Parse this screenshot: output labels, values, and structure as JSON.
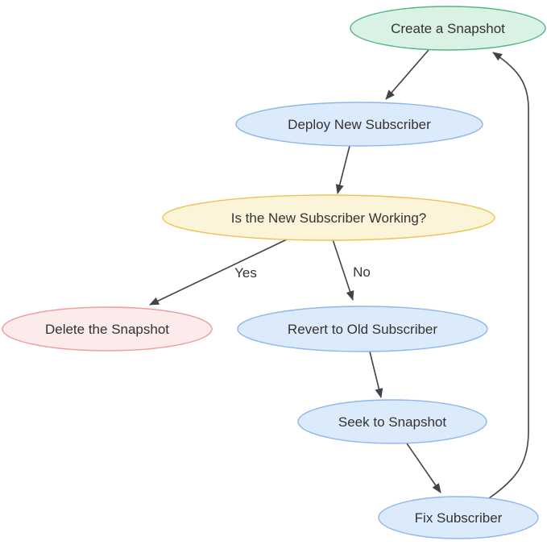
{
  "diagram": {
    "type": "flowchart",
    "background_color": "#ffffff",
    "edge_color": "#404347",
    "text_color": "#333333",
    "nodes": [
      {
        "id": "create-snapshot",
        "label": "Create a Snapshot",
        "fill": "#d9f2e4",
        "stroke": "#55b586"
      },
      {
        "id": "deploy-new-subscriber",
        "label": "Deploy New Subscriber",
        "fill": "#dcebfb",
        "stroke": "#8eb7ea"
      },
      {
        "id": "is-new-subscriber-working",
        "label": "Is the New Subscriber Working?",
        "fill": "#fcf4d9",
        "stroke": "#eec253"
      },
      {
        "id": "delete-the-snapshot",
        "label": "Delete the Snapshot",
        "fill": "#fcebeb",
        "stroke": "#ee9b9b"
      },
      {
        "id": "revert-to-old-subscriber",
        "label": "Revert to Old Subscriber",
        "fill": "#dcebfb",
        "stroke": "#8eb7ea"
      },
      {
        "id": "seek-to-snapshot",
        "label": "Seek to Snapshot",
        "fill": "#dcebfb",
        "stroke": "#8eb7ea"
      },
      {
        "id": "fix-subscriber",
        "label": "Fix Subscriber",
        "fill": "#dcebfb",
        "stroke": "#8eb7ea"
      }
    ],
    "edges": [
      {
        "from": "create-snapshot",
        "to": "deploy-new-subscriber",
        "label": ""
      },
      {
        "from": "deploy-new-subscriber",
        "to": "is-new-subscriber-working",
        "label": ""
      },
      {
        "from": "is-new-subscriber-working",
        "to": "delete-the-snapshot",
        "label": "Yes"
      },
      {
        "from": "is-new-subscriber-working",
        "to": "revert-to-old-subscriber",
        "label": "No"
      },
      {
        "from": "revert-to-old-subscriber",
        "to": "seek-to-snapshot",
        "label": ""
      },
      {
        "from": "seek-to-snapshot",
        "to": "fix-subscriber",
        "label": ""
      },
      {
        "from": "fix-subscriber",
        "to": "create-snapshot",
        "label": ""
      }
    ]
  }
}
